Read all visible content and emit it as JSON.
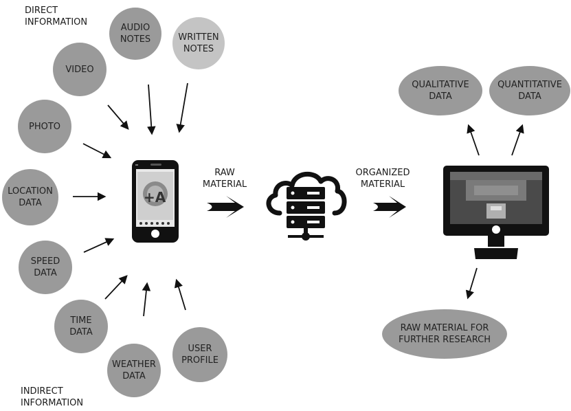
{
  "headings": {
    "direct": "DIRECT\nINFORMATION",
    "indirect": "INDIRECT\nINFORMATION"
  },
  "inputs": [
    {
      "id": "audio",
      "label": "AUDIO\nNOTES"
    },
    {
      "id": "written",
      "label": "WRITTEN\nNOTES"
    },
    {
      "id": "video",
      "label": "VIDEO"
    },
    {
      "id": "photo",
      "label": "PHOTO"
    },
    {
      "id": "location",
      "label": "LOCATION\nDATA"
    },
    {
      "id": "speed",
      "label": "SPEED\nDATA"
    },
    {
      "id": "time",
      "label": "TIME\nDATA"
    },
    {
      "id": "weather",
      "label": "WEATHER\nDATA"
    },
    {
      "id": "user",
      "label": "USER\nPROFILE"
    }
  ],
  "flow": {
    "raw_material": "RAW\nMATERIAL",
    "organized_material": "ORGANIZED\nMATERIAL"
  },
  "outputs": {
    "qualitative": "QUALITATIVE\nDATA",
    "quantitative": "QUANTITATIVE\nDATA",
    "further": "RAW MATERIAL FOR\nFURTHER RESEARCH"
  },
  "colors": {
    "node_dark": "#9a9a9a",
    "node_light": "#c4c4c4",
    "ink": "#111111"
  },
  "icons": {
    "smartphone": "smartphone-icon",
    "cloud_server": "cloud-server-icon",
    "monitor": "monitor-icon"
  }
}
